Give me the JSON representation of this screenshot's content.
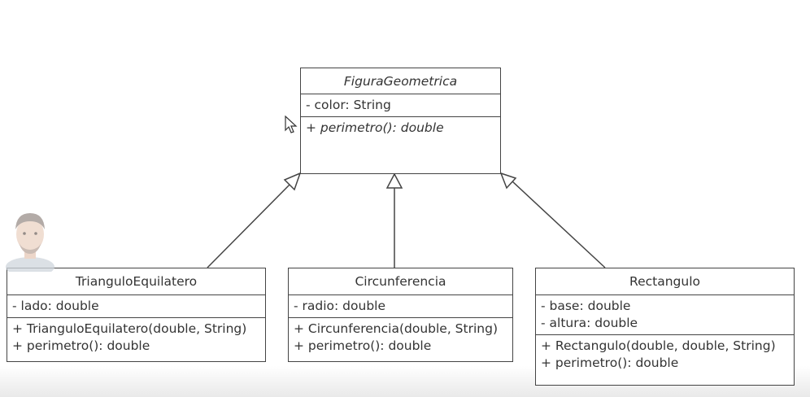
{
  "diagram": {
    "parent": {
      "name": "FiguraGeometrica",
      "attributes": [
        "- color: String"
      ],
      "methods": [
        "+ perimetro(): double"
      ]
    },
    "children": [
      {
        "name": "TrianguloEquilatero",
        "attributes": [
          "- lado: double"
        ],
        "methods": [
          "+ TrianguloEquilatero(double, String)",
          "+ perimetro(): double"
        ]
      },
      {
        "name": "Circunferencia",
        "attributes": [
          "- radio: double"
        ],
        "methods": [
          "+ Circunferencia(double, String)",
          "+ perimetro(): double"
        ]
      },
      {
        "name": "Rectangulo",
        "attributes": [
          "- base: double",
          "- altura: double"
        ],
        "methods": [
          "+ Rectangulo(double, double, String)",
          "+ perimetro(): double"
        ]
      }
    ]
  },
  "colors": {
    "line": "#444444",
    "text": "#333333"
  }
}
